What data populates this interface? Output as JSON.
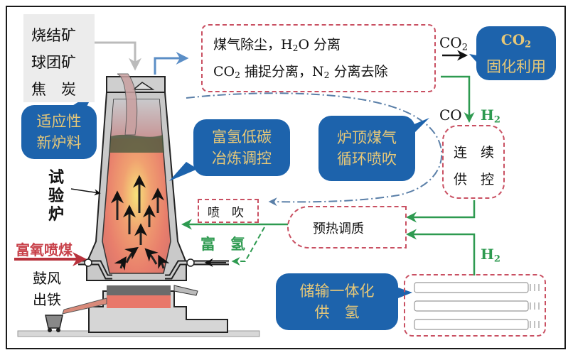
{
  "diagram": {
    "feed_box": {
      "lines": [
        "烧结矿",
        "球团矿",
        "焦　炭"
      ]
    },
    "bubbles": {
      "new_burden": [
        "适应性",
        "新炉料"
      ],
      "hydrogen_rich": [
        "富氢低碳",
        "冶炼调控"
      ],
      "top_gas_recycle": [
        "炉顶煤气",
        "循环喷吹"
      ],
      "co2_use": {
        "formula": "CO2",
        "label": "固化利用"
      },
      "storage": [
        "储输一体化",
        "供　氢"
      ]
    },
    "gas_treatment": {
      "line1_prefix": "煤气除尘，H",
      "line1_sub": "2",
      "line1_suffix": "O 分离",
      "line2_a": "CO",
      "line2_a_sub": "2",
      "line2_b": " 捕捉分离，N",
      "line2_b_sub": "2",
      "line2_c": " 分离去除"
    },
    "labels": {
      "co2_arrow": "CO",
      "co2_arrow_sub": "2",
      "co": "CO",
      "h2_top": "H",
      "h2_top_sub": "2",
      "h2_bottom": "H",
      "h2_bottom_sub": "2",
      "continuous": [
        "连　续",
        "供　控"
      ],
      "injection": "喷　吹",
      "preheat": "预热调质",
      "hydrogen_rich_short": "富　氢",
      "furnace": [
        "试",
        "验",
        "炉"
      ],
      "oxygen_coal": "富氧喷煤",
      "blast": "鼓风",
      "tapping": "出铁"
    },
    "colors": {
      "bubble_blue": "#1d63ac",
      "bubble_text": "#e7c878",
      "flow_green": "#2e9a50",
      "dash_red": "#c95062",
      "oxygen_red": "#c8414a",
      "recycle_blue": "#5a7fa8"
    }
  }
}
